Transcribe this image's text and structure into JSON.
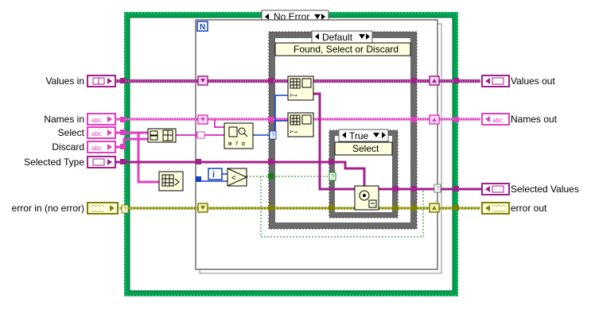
{
  "outer_case": {
    "selector": "No Error",
    "color": "#00a050"
  },
  "for_loop": {
    "count_terminal": "N",
    "iteration_terminal": "i"
  },
  "inner_case": {
    "selector": "Default",
    "subdiagram_label": "Found, Select or Discard"
  },
  "nested_case": {
    "selector": "True",
    "subdiagram_label": "Select"
  },
  "inputs": {
    "values_in": "Values in",
    "names_in": "Names in",
    "select": "Select",
    "discard": "Discard",
    "selected_type": "Selected Type",
    "error_in": "error in (no error)"
  },
  "outputs": {
    "values_out": "Values out",
    "names_out": "Names out",
    "selected_values": "Selected Values",
    "error_out": "error out"
  },
  "terminal_glyphs": {
    "variant": "[▫▫]",
    "string": "abc",
    "error_cluster": "⁐⁐⁐"
  },
  "colors": {
    "variant_wire": "#a0208c",
    "string_wire": "#e040c0",
    "integer_wire": "#1040c0",
    "boolean_wire": "#108010",
    "error_wire": "#808000",
    "structure_gray": "#909090"
  }
}
